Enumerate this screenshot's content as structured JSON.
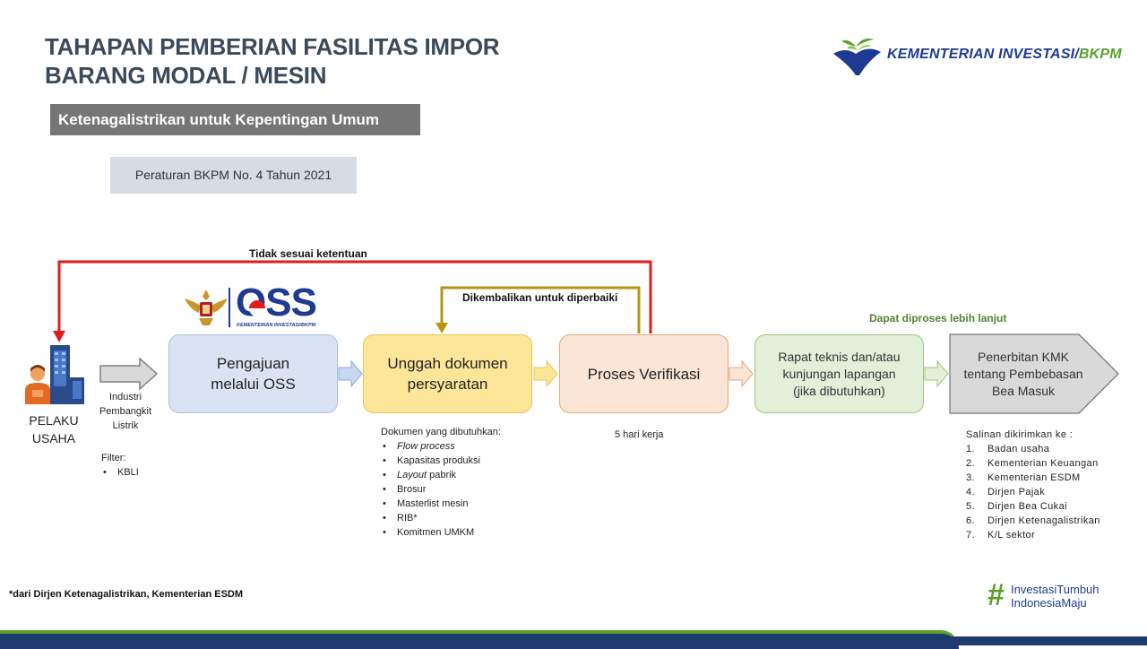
{
  "title": {
    "line1": "TAHAPAN PEMBERIAN FASILITAS IMPOR",
    "line2": "BARANG MODAL / MESIN"
  },
  "subtitle": "Ketenagalistrikan untuk Kepentingan Umum",
  "regulation": "Peraturan BKPM No. 4 Tahun 2021",
  "logo": {
    "main": "KEMENTERIAN INVESTASI/",
    "accent": "BKPM",
    "oss": "OSS",
    "oss_sub": "KEMENTERIAN INVESTASI/BKPM"
  },
  "flow": {
    "reject_label": "Tidak sesuai ketentuan",
    "return_label": "Dikembalikan untuk diperbaiki",
    "continue_label": "Dapat diproses lebih lanjut"
  },
  "actor": {
    "line1": "PELAKU",
    "line2": "USAHA",
    "industry": [
      "Industri",
      "Pembangkit",
      "Listrik"
    ],
    "filter_label": "Filter:",
    "filter_items": [
      "KBLI"
    ]
  },
  "steps": [
    {
      "lines": [
        "Pengajuan",
        "melalui OSS"
      ]
    },
    {
      "lines": [
        "Unggah dokumen",
        "persyaratan"
      ]
    },
    {
      "lines": [
        "Proses Verifikasi"
      ]
    },
    {
      "lines": [
        "Rapat teknis dan/atau",
        "kunjungan lapangan",
        "(jika dibutuhkan)"
      ]
    },
    {
      "lines": [
        "Penerbitan KMK",
        "tentang Pembebasan",
        "Bea Masuk"
      ]
    }
  ],
  "documents": {
    "heading": "Dokumen yang dibutuhkan:",
    "items": [
      "Flow process",
      "Kapasitas produksi",
      "Layout",
      "Brosur",
      "Masterlist mesin",
      "RIB*",
      "Komitmen UMKM"
    ],
    "layout_suffix": " pabrik"
  },
  "duration": "5 hari kerja",
  "copies": {
    "heading": "Salinan dikirimkan ke :",
    "items": [
      "Badan usaha",
      "Kementerian Keuangan",
      "Kementerian ESDM",
      "Dirjen Pajak",
      "Dirjen Bea Cukai",
      "Dirjen Ketenagalistrikan",
      "K/L sektor"
    ],
    "numbers": [
      "1.",
      "2.",
      "3.",
      "4.",
      "5.",
      "6.",
      "7."
    ]
  },
  "footnote": "*dari Dirjen Ketenagalistrikan,  Kementerian ESDM",
  "hashtag": {
    "symbol": "#",
    "line1": "InvestasiTumbuh",
    "line2": "IndonesiaMaju"
  },
  "colors": {
    "reject": "#e31b1b",
    "return": "#b8960c",
    "bar": "#1f3a6e",
    "accent_green": "#5aa02c"
  }
}
